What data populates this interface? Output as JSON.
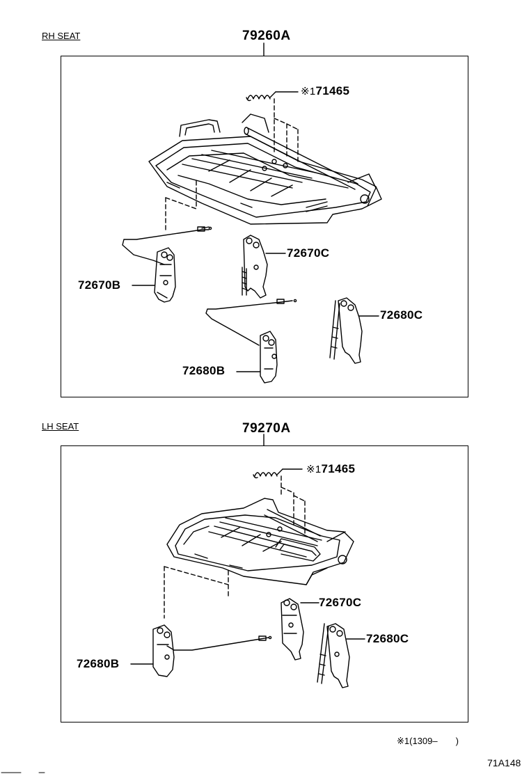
{
  "sections": [
    {
      "label": "RH SEAT",
      "assembly": "79260A",
      "parts": {
        "spring": "71465",
        "spring_mark": "※1",
        "left_lower": "72670B",
        "center": "72670C",
        "right": "72680C",
        "bottom": "72680B"
      }
    },
    {
      "label": "LH SEAT",
      "assembly": "79270A",
      "parts": {
        "spring": "71465",
        "spring_mark": "※1",
        "center": "72670C",
        "right": "72680C",
        "left_lower": "72680B"
      }
    }
  ],
  "footnote": {
    "mark": "※1",
    "range": "(1309–　　)"
  },
  "figure_id": "71A148"
}
